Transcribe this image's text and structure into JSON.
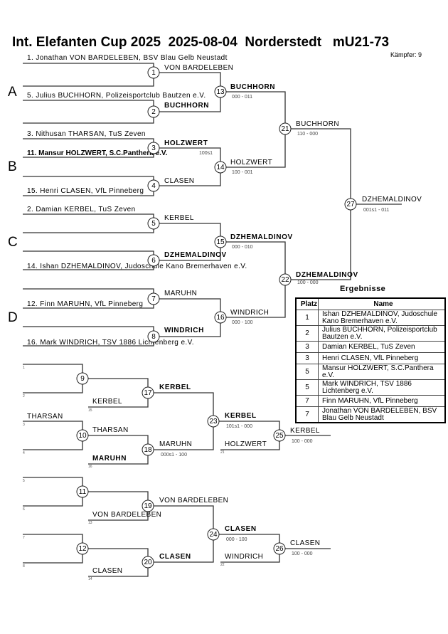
{
  "header": {
    "title": "Int. Elefanten Cup 2025  2025-08-04  Norderstedt   mU21-73",
    "fighters": "Kämpfer: 9"
  },
  "groups": [
    "A",
    "B",
    "C",
    "D"
  ],
  "entries": [
    "1. Jonathan VON BARDELEBEN, BSV Blau Gelb Neustadt",
    "5. Julius BUCHHORN, Polizeisportclub Bautzen e.V.",
    "3. Nithusan THARSAN, TuS Zeven",
    "11. Mansur HOLZWERT, S.C.Panthera e.V.",
    "15. Henri CLASEN, VfL Pinneberg",
    "2. Damian KERBEL, TuS Zeven",
    "14. Ishan DZHEMALDINOV, Judoschule Kano Bremerhaven e.V.",
    "12. Finn MARUHN, VfL Pinneberg",
    "16. Mark WINDRICH, TSV 1886 Lichtenberg e.V."
  ],
  "matches": {
    "m1": {
      "num": "1",
      "winner": "VON BARDELEBEN"
    },
    "m2": {
      "num": "2",
      "winner": "BUCHHORN"
    },
    "m3": {
      "num": "3",
      "winner": "HOLZWERT",
      "score": "100s1"
    },
    "m4": {
      "num": "4",
      "winner": "CLASEN"
    },
    "m5": {
      "num": "5",
      "winner": "KERBEL"
    },
    "m6": {
      "num": "6",
      "winner": "DZHEMALDINOV"
    },
    "m7": {
      "num": "7",
      "winner": "MARUHN"
    },
    "m8": {
      "num": "8",
      "winner": "WINDRICH"
    },
    "m9": {
      "num": "9",
      "slot_a": "1",
      "slot_b": "2"
    },
    "m10": {
      "num": "10",
      "slot_a": "3",
      "slot_b": "4",
      "entrant": "THARSAN",
      "winner": "THARSAN"
    },
    "m11": {
      "num": "11",
      "slot_a": "5",
      "slot_b": "6"
    },
    "m12": {
      "num": "12",
      "slot_a": "7",
      "slot_b": "8"
    },
    "m13": {
      "num": "13",
      "winner": "BUCHHORN",
      "score": "000 - 011"
    },
    "m14": {
      "num": "14",
      "winner": "HOLZWERT",
      "score": "100 - 001"
    },
    "m15": {
      "num": "15",
      "winner": "DZHEMALDINOV",
      "score": "000 - 010"
    },
    "m16": {
      "num": "16",
      "winner": "WINDRICH",
      "score": "000 - 100"
    },
    "m17": {
      "num": "17",
      "entrant": "KERBEL",
      "entrant_ref": "15",
      "winner": "KERBEL"
    },
    "m18": {
      "num": "18",
      "entrant": "MARUHN",
      "entrant_ref": "16",
      "winner": "MARUHN",
      "score": "000s1 - 100"
    },
    "m19": {
      "num": "19",
      "entrant": "VON BARDELEBEN",
      "entrant_ref": "13",
      "winner": "VON BARDELEBEN"
    },
    "m20": {
      "num": "20",
      "entrant": "CLASEN",
      "entrant_ref": "14",
      "winner": "CLASEN"
    },
    "m21": {
      "num": "21",
      "winner": "BUCHHORN",
      "score": "110 - 000"
    },
    "m22": {
      "num": "22",
      "winner": "DZHEMALDINOV",
      "score": "100 - 000"
    },
    "m23": {
      "num": "23",
      "winner": "KERBEL",
      "score": "101s1 - 000"
    },
    "m24": {
      "num": "24",
      "winner": "CLASEN",
      "score": "000 - 100"
    },
    "m25": {
      "num": "25",
      "entrant": "HOLZWERT",
      "entrant_ref": "21",
      "winner": "KERBEL",
      "score": "100 - 000"
    },
    "m26": {
      "num": "26",
      "entrant": "WINDRICH",
      "entrant_ref": "22",
      "winner": "CLASEN",
      "score": "100 - 000"
    },
    "m27": {
      "num": "27",
      "winner": "DZHEMALDINOV",
      "score": "001s1 - 011"
    }
  },
  "results": {
    "title": "Ergebnisse",
    "headers": [
      "Platz",
      "Name"
    ],
    "rows": [
      {
        "place": "1",
        "name": "Ishan DZHEMALDINOV, Judoschule Kano Bremerhaven e.V."
      },
      {
        "place": "2",
        "name": "Julius BUCHHORN, Polizeisportclub Bautzen e.V."
      },
      {
        "place": "3",
        "name": "Damian KERBEL, TuS Zeven"
      },
      {
        "place": "3",
        "name": "Henri CLASEN, VfL Pinneberg"
      },
      {
        "place": "5",
        "name": "Mansur HOLZWERT, S.C.Panthera e.V."
      },
      {
        "place": "5",
        "name": "Mark WINDRICH, TSV 1886 Lichtenberg e.V."
      },
      {
        "place": "7",
        "name": "Finn MARUHN, VfL Pinneberg"
      },
      {
        "place": "7",
        "name": "Jonathan VON BARDELEBEN, BSV Blau Gelb Neustadt"
      }
    ]
  }
}
